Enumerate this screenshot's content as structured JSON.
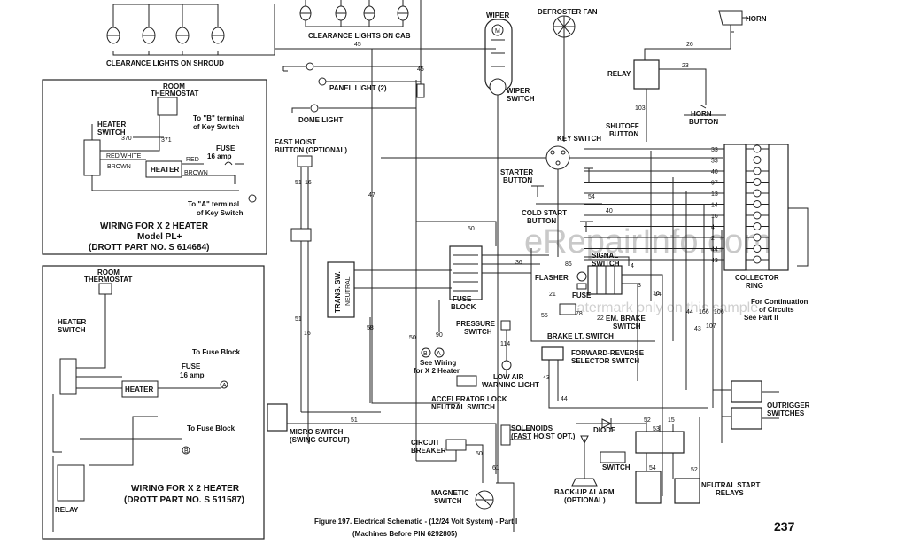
{
  "labels": {
    "clearance_shroud": "CLEARANCE LIGHTS ON SHROUD",
    "clearance_cab": "CLEARANCE LIGHTS ON CAB",
    "wiper": "WIPER",
    "wiper_switch_1": "WIPER",
    "wiper_switch_2": "SWITCH",
    "defroster": "DEFROSTER FAN",
    "horn": "HORN",
    "relay": "RELAY",
    "horn_button_1": "HORN",
    "horn_button_2": "BUTTON",
    "panel_light": "PANEL LIGHT (2)",
    "dome_light": "DOME LIGHT",
    "fast_hoist_1": "FAST HOIST",
    "fast_hoist_2": "BUTTON (OPTIONAL)",
    "key_switch": "KEY SWITCH",
    "shutoff_1": "SHUTOFF",
    "shutoff_2": "BUTTON",
    "starter_1": "STARTER",
    "starter_2": "BUTTON",
    "cold_start_1": "COLD START",
    "cold_start_2": "BUTTON",
    "signal_1": "SIGNAL",
    "signal_2": "SWITCH",
    "flasher": "FLASHER",
    "fuse": "FUSE",
    "em_brake_1": "EM. BRAKE",
    "em_brake_2": "SWITCH",
    "brake_lt": "BRAKE LT. SWITCH",
    "fuse_block_1": "FUSE",
    "fuse_block_2": "BLOCK",
    "trans_sw": "TRANS. SW.",
    "neutral": "NEUTRAL",
    "pressure_1": "PRESSURE",
    "pressure_2": "SWITCH",
    "see_wiring_1": "See Wiring",
    "see_wiring_2": "for X 2 Heater",
    "low_air_1": "LOW AIR",
    "low_air_2": "WARNING LIGHT",
    "fwd_rev_1": "FORWARD-REVERSE",
    "fwd_rev_2": "SELECTOR SWITCH",
    "accel_1": "ACCELERATOR LOCK",
    "accel_2": "NEUTRAL SWITCH",
    "micro_1": "MICRO SWITCH",
    "micro_2": "(SWING CUTOUT)",
    "circuit_1": "CIRCUIT",
    "circuit_2": "BREAKER",
    "solenoids_1": "SOLENOIDS",
    "solenoids_2": "(FAST HOIST OPT.)",
    "diode": "DIODE",
    "switch": "SWITCH",
    "magnetic_1": "MAGNETIC",
    "magnetic_2": "SWITCH",
    "backup_1": "BACK-UP ALARM",
    "backup_2": "(OPTIONAL)",
    "neutral_start_1": "NEUTRAL START",
    "neutral_start_2": "RELAYS",
    "collector_1": "COLLECTOR",
    "collector_2": "RING",
    "continuation_1": "For Continuation",
    "continuation_2": "of Circuits",
    "continuation_3": "See Part II",
    "outrigger_1": "OUTRIGGER",
    "outrigger_2": "SWITCHES"
  },
  "heater1": {
    "room_1": "ROOM",
    "room_2": "THERMOSTAT",
    "heater_switch_1": "HEATER",
    "heater_switch_2": "SWITCH",
    "to_b_1": "To \"B\" terminal",
    "to_b_2": "of Key Switch",
    "fuse_1": "FUSE",
    "fuse_2": "16 amp",
    "red_white": "RED/WHITE",
    "red": "RED",
    "brown1": "BROWN",
    "brown2": "BROWN",
    "heater": "HEATER",
    "to_a_1": "To \"A\" terminal",
    "to_a_2": "of Key Switch",
    "w370": "370",
    "w371": "371",
    "title_1": "WIRING FOR X 2 HEATER",
    "title_2": "Model PL+",
    "title_3": "(DROTT PART NO. S 614684)"
  },
  "heater2": {
    "room_1": "ROOM",
    "room_2": "THERMOSTAT",
    "heater_switch_1": "HEATER",
    "heater_switch_2": "SWITCH",
    "to_fuse_1": "To Fuse Block",
    "to_fuse_2": "To Fuse Block",
    "fuse_1": "FUSE",
    "fuse_2": "16 amp",
    "heater": "HEATER",
    "relay": "RELAY",
    "title_1": "WIRING FOR X 2 HEATER",
    "title_2": "(DROTT PART NO. S 511587)"
  },
  "terminals": {
    "a": "A",
    "b": "B"
  },
  "wire_numbers": {
    "w45a": "45",
    "w45b": "45",
    "w26": "26",
    "w23": "23",
    "w103": "103",
    "w47": "47",
    "w51": "51",
    "w16": "16",
    "w51b": "51",
    "w16b": "16",
    "w50": "50",
    "w36": "36",
    "w86": "86",
    "w54": "54",
    "w40": "40",
    "w58": "58",
    "w50b": "50",
    "w90": "90",
    "w114": "114",
    "w21": "21",
    "w78": "78",
    "w22": "22",
    "w55": "55",
    "w43": "43",
    "w44": "44",
    "w4": "4",
    "w3": "3",
    "w16c": "16",
    "w14": "14",
    "w44b": "44",
    "w166": "166",
    "w106": "106",
    "w107": "107",
    "w43b": "43",
    "w51c": "51",
    "w50c": "50",
    "w61": "61",
    "w52": "52",
    "w53": "53",
    "w15": "15",
    "w54b": "54",
    "w52b": "52"
  },
  "collector_ring": {
    "wires": [
      "33",
      "33",
      "40",
      "97",
      "13",
      "14",
      "16",
      "4",
      "2",
      "44",
      "43"
    ]
  },
  "caption": {
    "line_1": "Figure 197.  Electrical Schematic - (12/24 Volt System) - Part I",
    "line_2": "(Machines Before PIN 6292805)"
  },
  "page_number": "237",
  "watermark": {
    "brand": "eRepairInfo.com",
    "sample": "watermark only on this sample"
  }
}
